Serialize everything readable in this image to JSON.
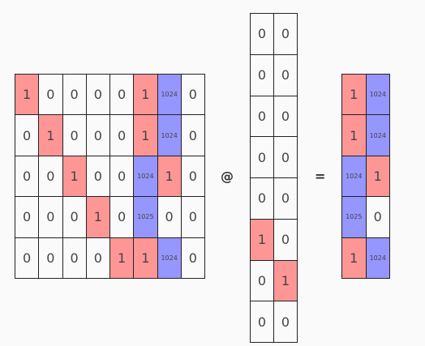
{
  "colors": {
    "red": "#ff9696",
    "blue": "#9696ff",
    "white": "#fafafa"
  },
  "operators": {
    "matmul": "@",
    "equals": "="
  },
  "matrix_a": {
    "rows": [
      [
        {
          "v": "1",
          "c": "red"
        },
        {
          "v": "0",
          "c": "white"
        },
        {
          "v": "0",
          "c": "white"
        },
        {
          "v": "0",
          "c": "white"
        },
        {
          "v": "0",
          "c": "white"
        },
        {
          "v": "1",
          "c": "red"
        },
        {
          "v": "1024",
          "c": "blue"
        },
        {
          "v": "0",
          "c": "white"
        }
      ],
      [
        {
          "v": "0",
          "c": "white"
        },
        {
          "v": "1",
          "c": "red"
        },
        {
          "v": "0",
          "c": "white"
        },
        {
          "v": "0",
          "c": "white"
        },
        {
          "v": "0",
          "c": "white"
        },
        {
          "v": "1",
          "c": "red"
        },
        {
          "v": "1024",
          "c": "blue"
        },
        {
          "v": "0",
          "c": "white"
        }
      ],
      [
        {
          "v": "0",
          "c": "white"
        },
        {
          "v": "0",
          "c": "white"
        },
        {
          "v": "1",
          "c": "red"
        },
        {
          "v": "0",
          "c": "white"
        },
        {
          "v": "0",
          "c": "white"
        },
        {
          "v": "1024",
          "c": "blue"
        },
        {
          "v": "1",
          "c": "red"
        },
        {
          "v": "0",
          "c": "white"
        }
      ],
      [
        {
          "v": "0",
          "c": "white"
        },
        {
          "v": "0",
          "c": "white"
        },
        {
          "v": "0",
          "c": "white"
        },
        {
          "v": "1",
          "c": "red"
        },
        {
          "v": "0",
          "c": "white"
        },
        {
          "v": "1025",
          "c": "blue"
        },
        {
          "v": "0",
          "c": "white"
        },
        {
          "v": "0",
          "c": "white"
        }
      ],
      [
        {
          "v": "0",
          "c": "white"
        },
        {
          "v": "0",
          "c": "white"
        },
        {
          "v": "0",
          "c": "white"
        },
        {
          "v": "0",
          "c": "white"
        },
        {
          "v": "1",
          "c": "red"
        },
        {
          "v": "1",
          "c": "red"
        },
        {
          "v": "1024",
          "c": "blue"
        },
        {
          "v": "0",
          "c": "white"
        }
      ]
    ]
  },
  "matrix_b": {
    "rows": [
      [
        {
          "v": "0",
          "c": "white"
        },
        {
          "v": "0",
          "c": "white"
        }
      ],
      [
        {
          "v": "0",
          "c": "white"
        },
        {
          "v": "0",
          "c": "white"
        }
      ],
      [
        {
          "v": "0",
          "c": "white"
        },
        {
          "v": "0",
          "c": "white"
        }
      ],
      [
        {
          "v": "0",
          "c": "white"
        },
        {
          "v": "0",
          "c": "white"
        }
      ],
      [
        {
          "v": "0",
          "c": "white"
        },
        {
          "v": "0",
          "c": "white"
        }
      ],
      [
        {
          "v": "1",
          "c": "red"
        },
        {
          "v": "0",
          "c": "white"
        }
      ],
      [
        {
          "v": "0",
          "c": "white"
        },
        {
          "v": "1",
          "c": "red"
        }
      ],
      [
        {
          "v": "0",
          "c": "white"
        },
        {
          "v": "0",
          "c": "white"
        }
      ]
    ]
  },
  "matrix_c": {
    "rows": [
      [
        {
          "v": "1",
          "c": "red"
        },
        {
          "v": "1024",
          "c": "blue"
        }
      ],
      [
        {
          "v": "1",
          "c": "red"
        },
        {
          "v": "1024",
          "c": "blue"
        }
      ],
      [
        {
          "v": "1024",
          "c": "blue"
        },
        {
          "v": "1",
          "c": "red"
        }
      ],
      [
        {
          "v": "1025",
          "c": "blue"
        },
        {
          "v": "0",
          "c": "white"
        }
      ],
      [
        {
          "v": "1",
          "c": "red"
        },
        {
          "v": "1024",
          "c": "blue"
        }
      ]
    ]
  }
}
